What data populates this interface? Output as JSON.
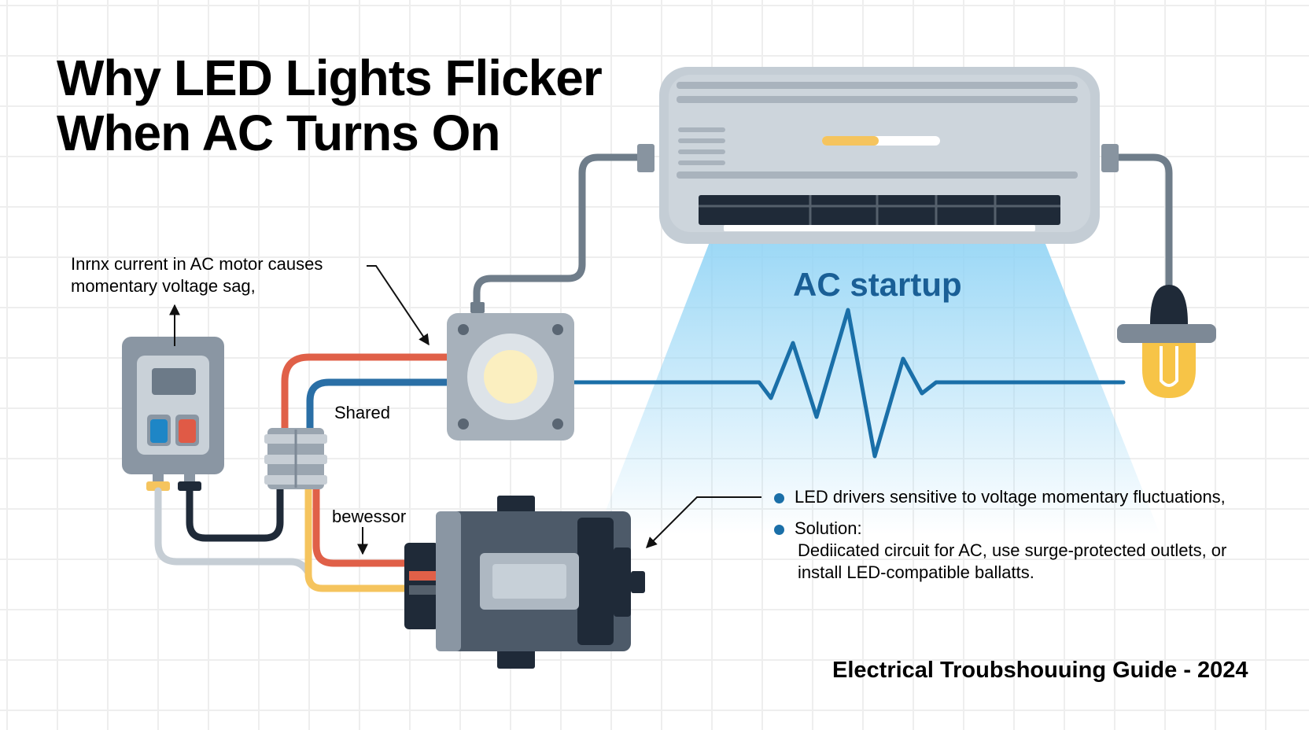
{
  "title": {
    "line1": "Why LED Lights Flicker",
    "line2": "When AC Turns On"
  },
  "callout": {
    "line1": "Inrnx current in AC motor causes",
    "line2": "momentary voltage sag,"
  },
  "labels": {
    "shared": "Shared",
    "compressor": "bewessor",
    "ac_startup": "AC startup"
  },
  "notes": [
    {
      "text": "LED drivers sensitive to voltage momentary fluctuations,"
    },
    {
      "text": "Solution:",
      "detail": "Dediicated circuit for AC, use surge-protected outlets, or install LED-compatible ballatts."
    }
  ],
  "footer": "Electrical Troubshouuing Guide - 2024",
  "colors": {
    "title": "#000000",
    "accent_blue": "#1a5f96",
    "wire_red": "#e06048",
    "wire_blue": "#2a6fa6",
    "wire_yellow": "#f5c45e",
    "wire_dark": "#1f2a38",
    "airflow": "#8fd3f5",
    "unit_gray": "#c4cdd5",
    "bulb_yellow": "#f7c447"
  },
  "icons": [
    "breaker-panel-icon",
    "junction-box-icon",
    "wire-connector-icon",
    "air-conditioner-icon",
    "led-bulb-icon",
    "compressor-motor-icon"
  ]
}
